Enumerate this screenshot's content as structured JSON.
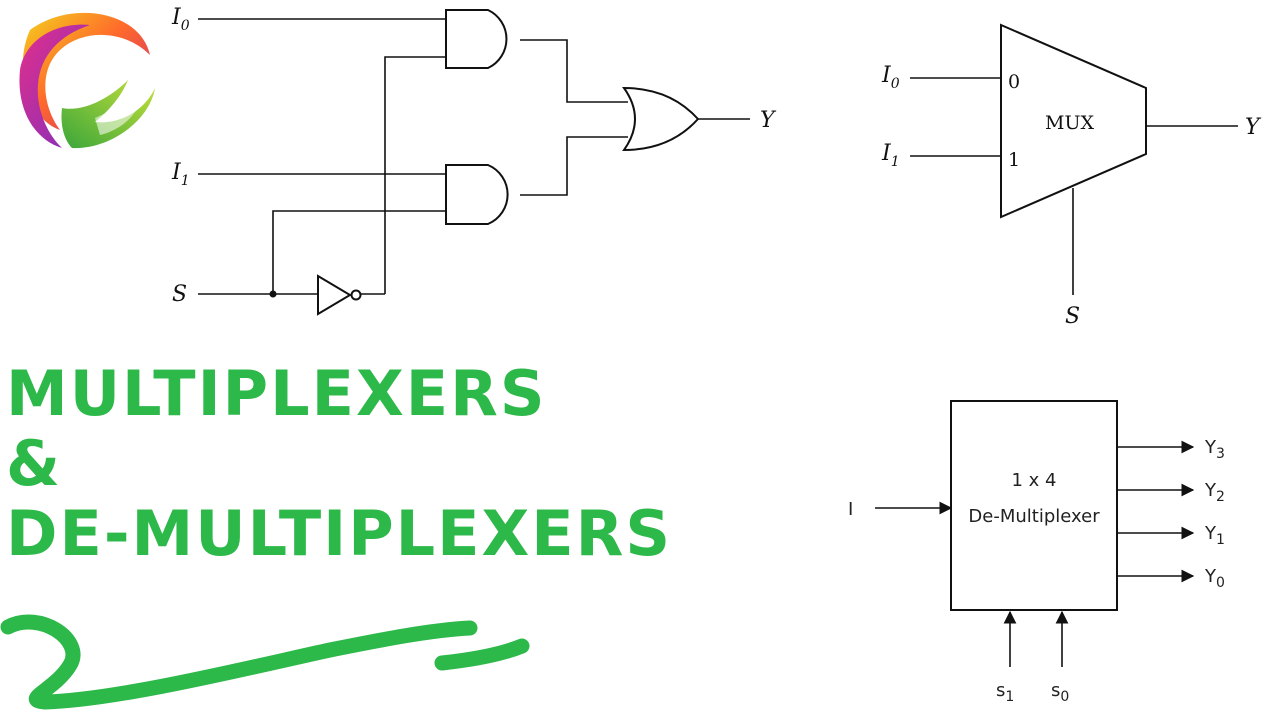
{
  "title": {
    "line1": "MULTIPLEXERS",
    "line2": "&",
    "line3": "DE-MULTIPLEXERS"
  },
  "gate_circuit": {
    "input_i0": "I",
    "input_i0_sub": "0",
    "input_i1": "I",
    "input_i1_sub": "1",
    "select": "S",
    "output": "Y"
  },
  "mux_block": {
    "label": "MUX",
    "input_i0": "I",
    "input_i0_sub": "0",
    "input_i1": "I",
    "input_i1_sub": "1",
    "pin0": "0",
    "pin1": "1",
    "select": "S",
    "output": "Y"
  },
  "demux_block": {
    "label_line1": "1 x 4",
    "label_line2": "De-Multiplexer",
    "input": "I",
    "outputs": [
      {
        "name": "Y",
        "sub": "3"
      },
      {
        "name": "Y",
        "sub": "2"
      },
      {
        "name": "Y",
        "sub": "1"
      },
      {
        "name": "Y",
        "sub": "0"
      }
    ],
    "selects": [
      {
        "name": "s",
        "sub": "1"
      },
      {
        "name": "s",
        "sub": "0"
      }
    ]
  },
  "colors": {
    "accent": "#2db84a",
    "ink": "#111111"
  }
}
